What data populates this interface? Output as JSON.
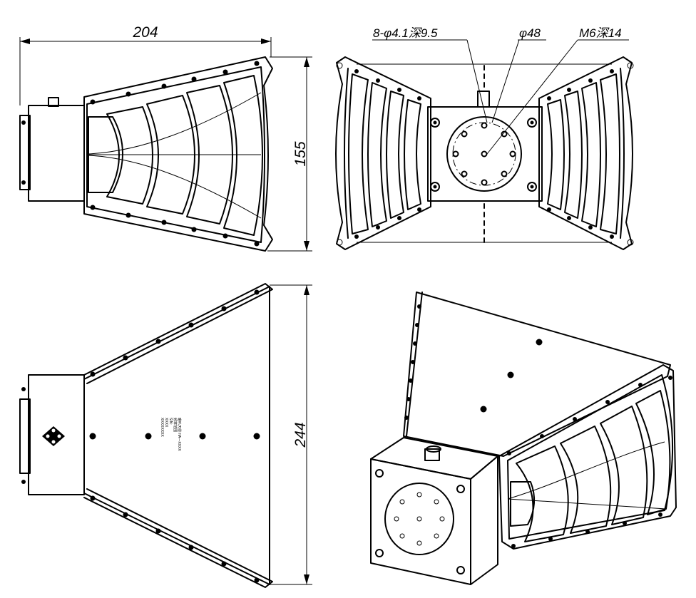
{
  "dimensions": {
    "length": "204",
    "height": "155",
    "width": "244"
  },
  "callouts": {
    "holes": "8-φ4.1深9.5",
    "flange": "φ48",
    "thread": "M6深14"
  },
  "nameplate": {
    "lines": [
      "喇叭天线 HA—XXXX",
      "频率范围",
      "S/N:",
      "XXXX",
      "XXXXXXXX"
    ]
  },
  "colors": {
    "line": "#000000",
    "background": "#ffffff"
  }
}
